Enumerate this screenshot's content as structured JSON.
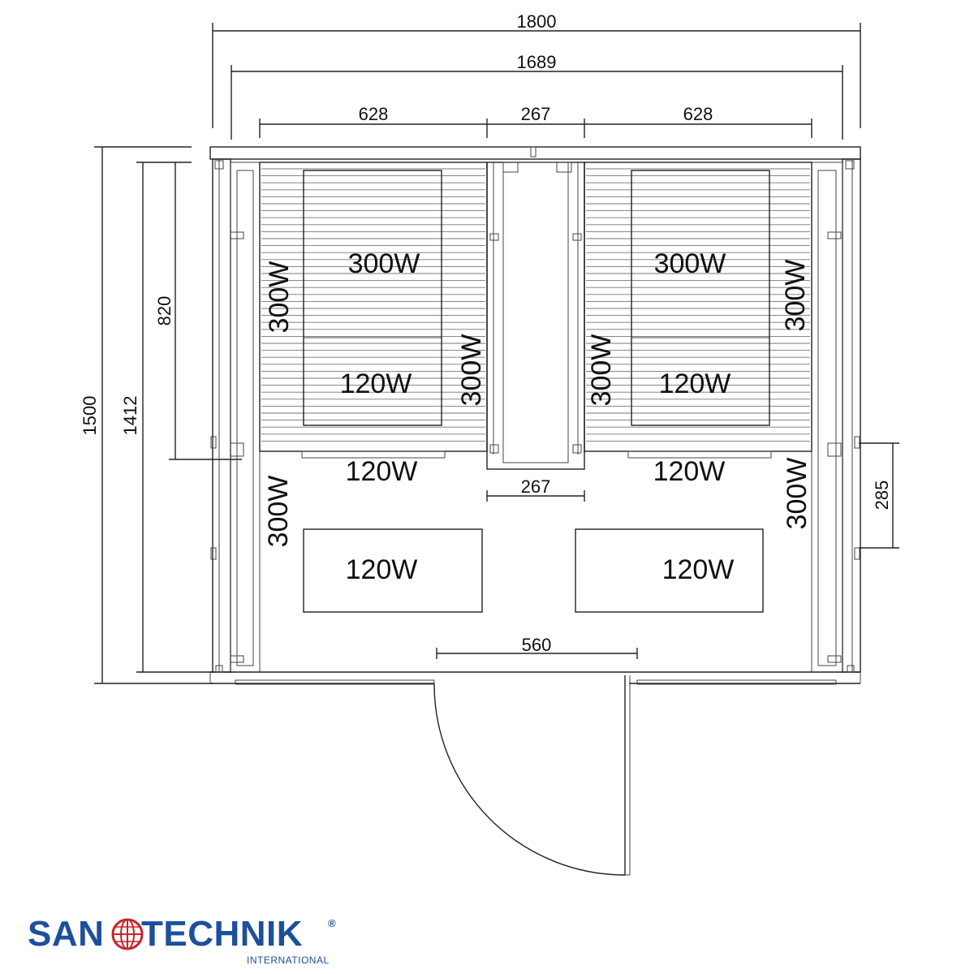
{
  "dimensions": {
    "outer_width": "1800",
    "inner_width": "1689",
    "bench_left_width": "628",
    "center_width_top": "267",
    "bench_right_width": "628",
    "center_width_bottom": "267",
    "outer_depth": "1500",
    "inner_depth": "1412",
    "bench_depth": "820",
    "side_panel": "285",
    "door_width": "560"
  },
  "heaters": {
    "left_back_upper": "300W",
    "left_back_lower": "120W",
    "left_side_upper": "300W",
    "left_bench_inner": "300W",
    "left_bench_front": "120W",
    "left_side_lower": "300W",
    "floor_left": "120W",
    "right_back_upper": "300W",
    "right_back_lower": "120W",
    "right_side_upper": "300W",
    "right_bench_inner": "300W",
    "right_bench_front": "120W",
    "right_side_lower": "300W",
    "floor_right": "120W"
  },
  "brand": {
    "name_left": "SAN",
    "name_right": "TECHNIK",
    "registered": "®",
    "subtitle": "INTERNATIONAL",
    "color": "#1d4f9c",
    "accent": "#c8252c"
  }
}
